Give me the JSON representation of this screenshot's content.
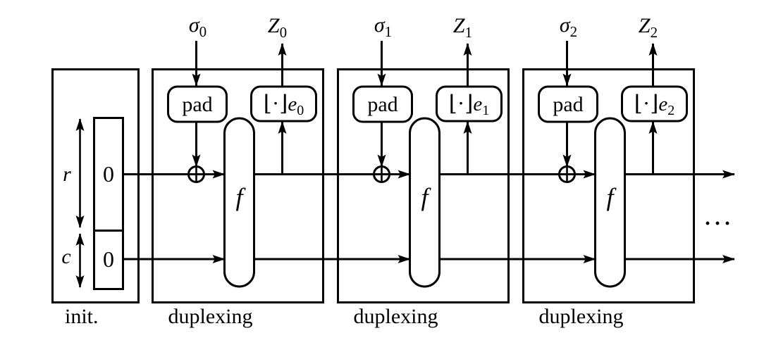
{
  "figure": {
    "background": "#ffffff",
    "line_color": "#000000",
    "init": {
      "label": "init.",
      "rate_symbol": "r",
      "capacity_symbol": "c",
      "rate_value": "0",
      "capacity_value": "0"
    },
    "rounds": [
      {
        "label": "duplexing",
        "input_symbol": "σ",
        "input_subscript": "0",
        "output_symbol": "Z",
        "output_subscript": "0",
        "pad_label": "pad",
        "truncate_brackets": "⌊·⌋",
        "truncate_symbol": "e",
        "truncate_subscript": "0",
        "permutation_symbol": "f"
      },
      {
        "label": "duplexing",
        "input_symbol": "σ",
        "input_subscript": "1",
        "output_symbol": "Z",
        "output_subscript": "1",
        "pad_label": "pad",
        "truncate_brackets": "⌊·⌋",
        "truncate_symbol": "e",
        "truncate_subscript": "1",
        "permutation_symbol": "f"
      },
      {
        "label": "duplexing",
        "input_symbol": "σ",
        "input_subscript": "2",
        "output_symbol": "Z",
        "output_subscript": "2",
        "pad_label": "pad",
        "truncate_brackets": "⌊·⌋",
        "truncate_symbol": "e",
        "truncate_subscript": "2",
        "permutation_symbol": "f"
      }
    ],
    "continuation_dots": "···"
  }
}
